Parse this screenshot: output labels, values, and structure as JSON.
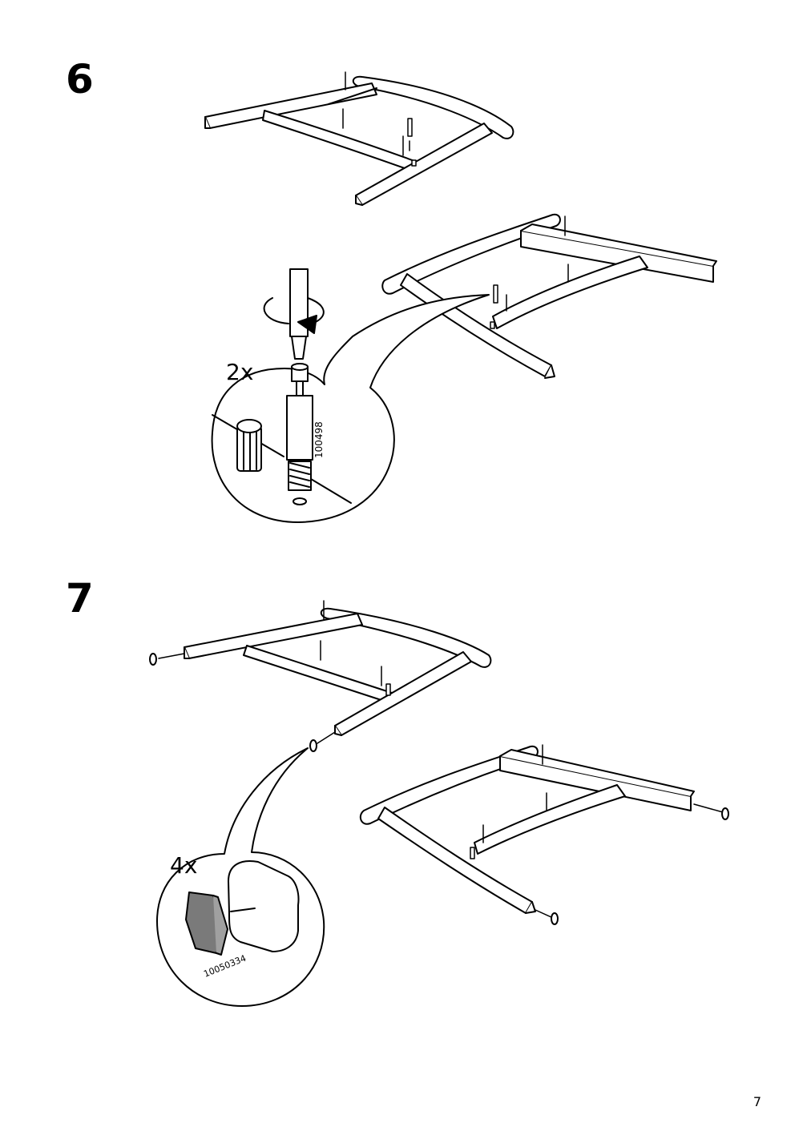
{
  "page_number": "7",
  "steps": [
    {
      "number": "6",
      "callout": {
        "quantity": "2x",
        "part_number": "100498"
      }
    },
    {
      "number": "7",
      "callout": {
        "quantity": "4x",
        "part_number": "10050334"
      }
    }
  ]
}
